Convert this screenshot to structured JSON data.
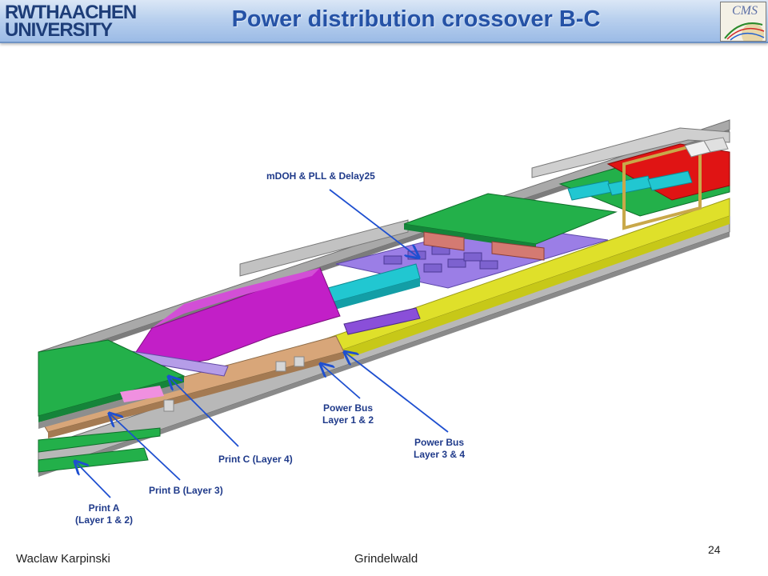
{
  "header": {
    "title": "Power distribution crossover B-C",
    "logo_line1": "RWTHAACHEN",
    "logo_line2": "UNIVERSITY",
    "cms_logo_text": "CMS"
  },
  "labels": {
    "mdoh": "mDOH & PLL & Delay25",
    "power_bus_12": "Power Bus\nLayer 1 & 2",
    "power_bus_34": "Power Bus\nLayer 3 & 4",
    "print_c": "Print C (Layer 4)",
    "print_b": "Print B (Layer 3)",
    "print_a": "Print A\n(Layer 1 & 2)"
  },
  "footer": {
    "author": "Waclaw Karpinski",
    "location": "Grindelwald",
    "page_number": "24"
  },
  "colors": {
    "title": "#2552a6",
    "label": "#1f3a8a",
    "arrow": "#1e4fd0",
    "green_board": "#23b04a",
    "magenta_cable": "#c21fc7",
    "purple_chip": "#9b7ee6",
    "yellow_board": "#dfe02a",
    "red_board": "#e01414",
    "cyan_connector": "#21c7d1"
  }
}
